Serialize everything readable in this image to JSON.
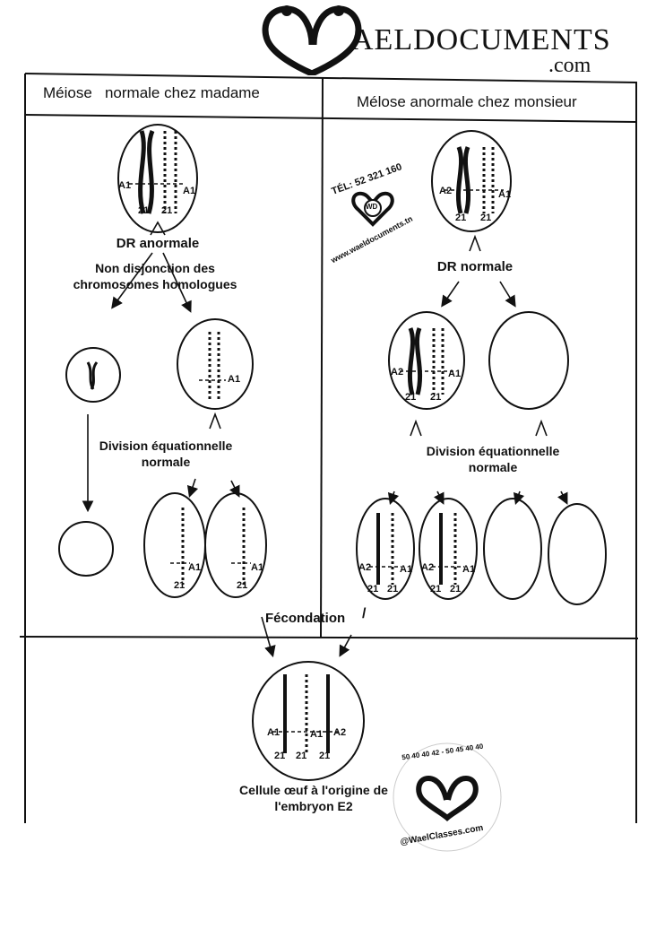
{
  "logo": {
    "name": "AELDOCUMENTS",
    "domain": ".com"
  },
  "headers": {
    "left": "Méiose   normale chez madame",
    "right": "Mélose anormale chez monsieur"
  },
  "madame": {
    "dr_label": "DR anormale",
    "nondisjunction": [
      "Non disjonction des",
      "chromosomes homologues"
    ],
    "division_label": [
      "Division équationnelle",
      "normale"
    ]
  },
  "monsieur": {
    "dr_label": "DR normale",
    "division_label": [
      "Division équationnelle",
      "normale"
    ]
  },
  "allele_labels": {
    "a1": "A1",
    "a2": "A2",
    "chr21": "21"
  },
  "fecondation": "Fécondation",
  "zygote_caption": [
    "Cellule œuf à l'origine de",
    "l'embryon E2"
  ],
  "stamp_left": {
    "phone": "TÉL: 52 321 160",
    "site": "www.waeldocuments.tn",
    "mono": "WD"
  },
  "stamp_right": {
    "phones": "50 40 40 42 - 50 45 40 40",
    "site": "@WaelClasses.com"
  }
}
